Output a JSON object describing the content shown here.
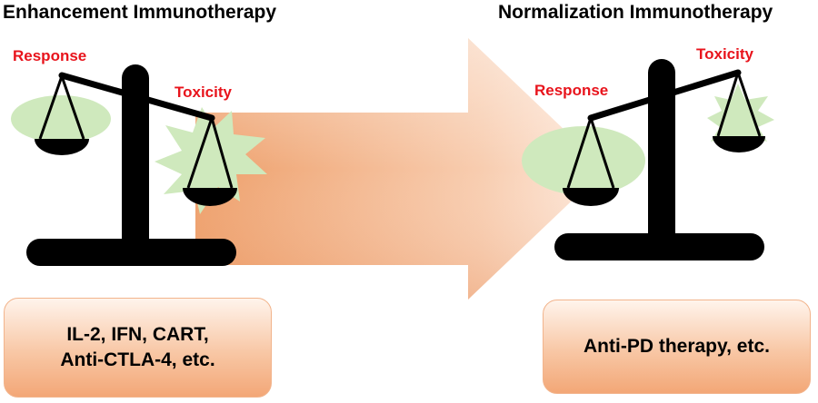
{
  "diagram": {
    "left_panel": {
      "title": "Enhancement Immunotherapy",
      "response_label": "Response",
      "toxicity_label": "Toxicity",
      "therapies": [
        "IL-2, IFN, CART,",
        "Anti-CTLA-4, etc."
      ]
    },
    "right_panel": {
      "title": "Normalization Immunotherapy",
      "response_label": "Response",
      "toxicity_label": "Toxicity",
      "therapies": [
        "Anti-PD therapy, etc."
      ]
    },
    "colors": {
      "label_red": "#e8141c",
      "blob_green": "#cfe9bd",
      "arrow_light": "#fde9dc",
      "arrow_dark": "#ee9f6a",
      "scale_black": "#000000"
    },
    "icons": [
      "balance-scale-icon",
      "toxicity-starburst-icon",
      "response-ellipse-icon",
      "transition-arrow-icon"
    ]
  }
}
